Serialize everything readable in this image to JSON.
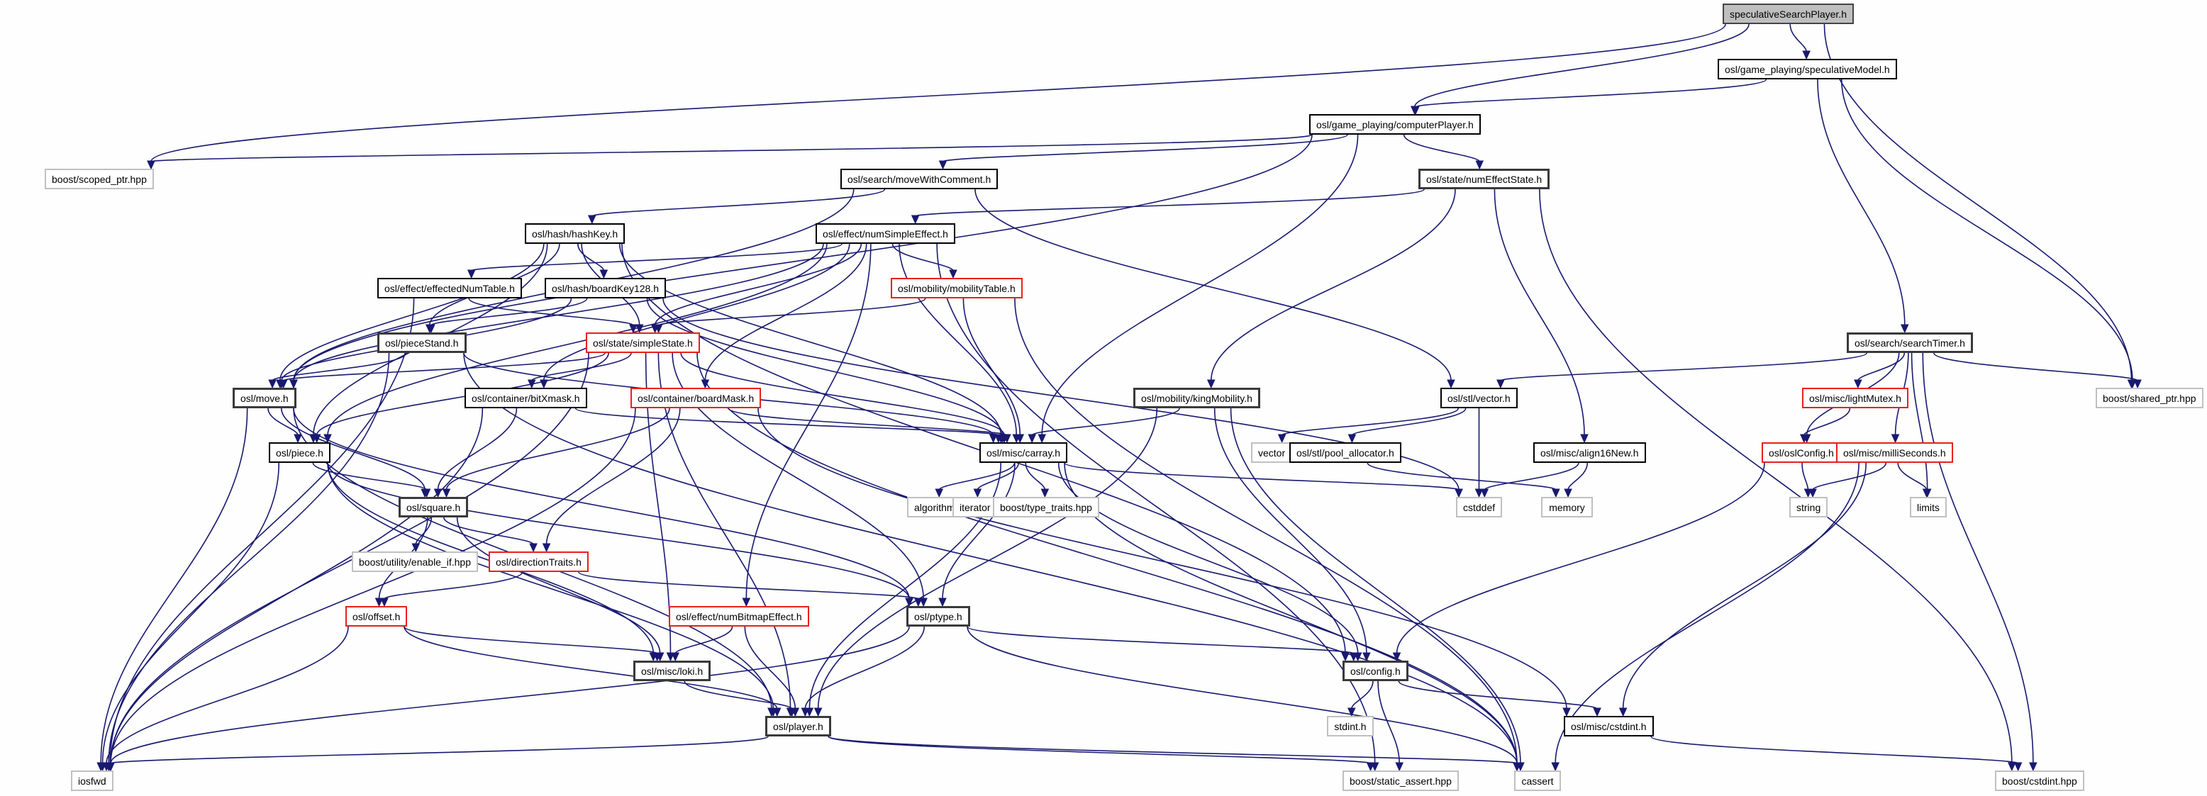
{
  "title": "speculativeSearchPlayer.h include dependency graph",
  "edge_color": "#191970",
  "nodes": [
    {
      "id": "root",
      "label": "speculativeSearchPlayer.h",
      "style": "root"
    },
    {
      "id": "specModel",
      "label": "osl/game_playing/speculativeModel.h",
      "style": "normal"
    },
    {
      "id": "computerPlayer",
      "label": "osl/game_playing/computerPlayer.h",
      "style": "normal"
    },
    {
      "id": "scopedPtr",
      "label": "boost/scoped_ptr.hpp",
      "style": "ext"
    },
    {
      "id": "moveWithComment",
      "label": "osl/search/moveWithComment.h",
      "style": "normal"
    },
    {
      "id": "numEffectState",
      "label": "osl/state/numEffectState.h",
      "style": "bold"
    },
    {
      "id": "hashKey",
      "label": "osl/hash/hashKey.h",
      "style": "normal"
    },
    {
      "id": "numSimpleEffect",
      "label": "osl/effect/numSimpleEffect.h",
      "style": "normal"
    },
    {
      "id": "effectedNumTable",
      "label": "osl/effect/effectedNumTable.h",
      "style": "normal"
    },
    {
      "id": "boardKey128",
      "label": "osl/hash/boardKey128.h",
      "style": "normal"
    },
    {
      "id": "mobilityTable",
      "label": "osl/mobility/mobilityTable.h",
      "style": "red"
    },
    {
      "id": "pieceStand",
      "label": "osl/pieceStand.h",
      "style": "bold"
    },
    {
      "id": "simpleState",
      "label": "osl/state/simpleState.h",
      "style": "red"
    },
    {
      "id": "searchTimer",
      "label": "osl/search/searchTimer.h",
      "style": "bold"
    },
    {
      "id": "move",
      "label": "osl/move.h",
      "style": "bold"
    },
    {
      "id": "bitXmask",
      "label": "osl/container/bitXmask.h",
      "style": "normal"
    },
    {
      "id": "boardMask",
      "label": "osl/container/boardMask.h",
      "style": "red"
    },
    {
      "id": "kingMobility",
      "label": "osl/mobility/kingMobility.h",
      "style": "bold"
    },
    {
      "id": "stlVector",
      "label": "osl/stl/vector.h",
      "style": "normal"
    },
    {
      "id": "sharedPtr",
      "label": "boost/shared_ptr.hpp",
      "style": "ext"
    },
    {
      "id": "lightMutex",
      "label": "osl/misc/lightMutex.h",
      "style": "red"
    },
    {
      "id": "carray",
      "label": "osl/misc/carray.h",
      "style": "normal"
    },
    {
      "id": "piece",
      "label": "osl/piece.h",
      "style": "normal"
    },
    {
      "id": "vector",
      "label": "vector",
      "style": "ext"
    },
    {
      "id": "poolAllocator",
      "label": "osl/stl/pool_allocator.h",
      "style": "normal"
    },
    {
      "id": "align16New",
      "label": "osl/misc/align16New.h",
      "style": "normal"
    },
    {
      "id": "oslConfig",
      "label": "osl/oslConfig.h",
      "style": "red"
    },
    {
      "id": "milliSeconds",
      "label": "osl/misc/milliSeconds.h",
      "style": "red"
    },
    {
      "id": "square",
      "label": "osl/square.h",
      "style": "bold"
    },
    {
      "id": "algorithm",
      "label": "algorithm",
      "style": "ext"
    },
    {
      "id": "iterator",
      "label": "iterator",
      "style": "ext"
    },
    {
      "id": "typeTraits",
      "label": "boost/type_traits.hpp",
      "style": "ext"
    },
    {
      "id": "cstddef",
      "label": "cstddef",
      "style": "ext"
    },
    {
      "id": "memory",
      "label": "memory",
      "style": "ext"
    },
    {
      "id": "string",
      "label": "string",
      "style": "ext"
    },
    {
      "id": "limits",
      "label": "limits",
      "style": "ext"
    },
    {
      "id": "enableIf",
      "label": "boost/utility/enable_if.hpp",
      "style": "ext"
    },
    {
      "id": "directionTraits",
      "label": "osl/directionTraits.h",
      "style": "red"
    },
    {
      "id": "offset",
      "label": "osl/offset.h",
      "style": "red"
    },
    {
      "id": "numBitmapEffect",
      "label": "osl/effect/numBitmapEffect.h",
      "style": "red"
    },
    {
      "id": "ptype",
      "label": "osl/ptype.h",
      "style": "bold"
    },
    {
      "id": "loki",
      "label": "osl/misc/loki.h",
      "style": "bold"
    },
    {
      "id": "config",
      "label": "osl/config.h",
      "style": "bold"
    },
    {
      "id": "stdint",
      "label": "stdint.h",
      "style": "ext"
    },
    {
      "id": "miscCstdint",
      "label": "osl/misc/cstdint.h",
      "style": "normal"
    },
    {
      "id": "player",
      "label": "osl/player.h",
      "style": "bold"
    },
    {
      "id": "iosfwd",
      "label": "iosfwd",
      "style": "ext"
    },
    {
      "id": "staticAssert",
      "label": "boost/static_assert.hpp",
      "style": "ext"
    },
    {
      "id": "cassert",
      "label": "cassert",
      "style": "ext"
    },
    {
      "id": "boostCstdint",
      "label": "boost/cstdint.hpp",
      "style": "ext"
    }
  ],
  "edges": [
    [
      "root",
      "specModel"
    ],
    [
      "root",
      "computerPlayer"
    ],
    [
      "root",
      "scopedPtr"
    ],
    [
      "root",
      "sharedPtr"
    ],
    [
      "specModel",
      "computerPlayer"
    ],
    [
      "specModel",
      "searchTimer"
    ],
    [
      "specModel",
      "sharedPtr"
    ],
    [
      "computerPlayer",
      "scopedPtr"
    ],
    [
      "computerPlayer",
      "moveWithComment"
    ],
    [
      "computerPlayer",
      "numEffectState"
    ],
    [
      "computerPlayer",
      "move"
    ],
    [
      "computerPlayer",
      "carray"
    ],
    [
      "moveWithComment",
      "move"
    ],
    [
      "moveWithComment",
      "hashKey"
    ],
    [
      "moveWithComment",
      "stlVector"
    ],
    [
      "numEffectState",
      "numSimpleEffect"
    ],
    [
      "numEffectState",
      "kingMobility"
    ],
    [
      "numEffectState",
      "align16New"
    ],
    [
      "numEffectState",
      "boostCstdint"
    ],
    [
      "hashKey",
      "boardKey128"
    ],
    [
      "hashKey",
      "simpleState"
    ],
    [
      "hashKey",
      "pieceStand"
    ],
    [
      "hashKey",
      "move"
    ],
    [
      "hashKey",
      "piece"
    ],
    [
      "hashKey",
      "carray"
    ],
    [
      "hashKey",
      "config"
    ],
    [
      "numSimpleEffect",
      "effectedNumTable"
    ],
    [
      "numSimpleEffect",
      "mobilityTable"
    ],
    [
      "numSimpleEffect",
      "simpleState"
    ],
    [
      "numSimpleEffect",
      "boardMask"
    ],
    [
      "numSimpleEffect",
      "bitXmask"
    ],
    [
      "numSimpleEffect",
      "numBitmapEffect"
    ],
    [
      "numSimpleEffect",
      "carray"
    ],
    [
      "numSimpleEffect",
      "piece"
    ],
    [
      "numSimpleEffect",
      "move"
    ],
    [
      "numSimpleEffect",
      "staticAssert"
    ],
    [
      "effectedNumTable",
      "simpleState"
    ],
    [
      "effectedNumTable",
      "iosfwd"
    ],
    [
      "boardKey128",
      "pieceStand"
    ],
    [
      "boardKey128",
      "move"
    ],
    [
      "boardKey128",
      "carray"
    ],
    [
      "boardKey128",
      "cstddef"
    ],
    [
      "mobilityTable",
      "simpleState"
    ],
    [
      "mobilityTable",
      "carray"
    ],
    [
      "mobilityTable",
      "cassert"
    ],
    [
      "pieceStand",
      "move"
    ],
    [
      "pieceStand",
      "carray"
    ],
    [
      "pieceStand",
      "iosfwd"
    ],
    [
      "pieceStand",
      "cassert"
    ],
    [
      "simpleState",
      "move"
    ],
    [
      "simpleState",
      "piece"
    ],
    [
      "simpleState",
      "bitXmask"
    ],
    [
      "simpleState",
      "carray"
    ],
    [
      "simpleState",
      "ptype"
    ],
    [
      "simpleState",
      "loki"
    ],
    [
      "simpleState",
      "player"
    ],
    [
      "simpleState",
      "iosfwd"
    ],
    [
      "simpleState",
      "cassert"
    ],
    [
      "searchTimer",
      "stlVector"
    ],
    [
      "searchTimer",
      "lightMutex"
    ],
    [
      "searchTimer",
      "oslConfig"
    ],
    [
      "searchTimer",
      "milliSeconds"
    ],
    [
      "searchTimer",
      "limits"
    ],
    [
      "searchTimer",
      "sharedPtr"
    ],
    [
      "searchTimer",
      "boostCstdint"
    ],
    [
      "move",
      "piece"
    ],
    [
      "move",
      "square"
    ],
    [
      "move",
      "ptype"
    ],
    [
      "move",
      "player"
    ],
    [
      "move",
      "iosfwd"
    ],
    [
      "bitXmask",
      "square"
    ],
    [
      "bitXmask",
      "carray"
    ],
    [
      "bitXmask",
      "iosfwd"
    ],
    [
      "boardMask",
      "square"
    ],
    [
      "boardMask",
      "directionTraits"
    ],
    [
      "boardMask",
      "carray"
    ],
    [
      "boardMask",
      "miscCstdint"
    ],
    [
      "boardMask",
      "iosfwd"
    ],
    [
      "kingMobility",
      "carray"
    ],
    [
      "kingMobility",
      "player"
    ],
    [
      "kingMobility",
      "config"
    ],
    [
      "kingMobility",
      "cassert"
    ],
    [
      "stlVector",
      "vector"
    ],
    [
      "stlVector",
      "poolAllocator"
    ],
    [
      "stlVector",
      "cstddef"
    ],
    [
      "lightMutex",
      "oslConfig"
    ],
    [
      "carray",
      "algorithm"
    ],
    [
      "carray",
      "iterator"
    ],
    [
      "carray",
      "typeTraits"
    ],
    [
      "carray",
      "cstddef"
    ],
    [
      "carray",
      "ptype"
    ],
    [
      "carray",
      "player"
    ],
    [
      "carray",
      "config"
    ],
    [
      "carray",
      "cassert"
    ],
    [
      "piece",
      "square"
    ],
    [
      "piece",
      "ptype"
    ],
    [
      "piece",
      "player"
    ],
    [
      "piece",
      "loki"
    ],
    [
      "piece",
      "iosfwd"
    ],
    [
      "poolAllocator",
      "memory"
    ],
    [
      "align16New",
      "cstddef"
    ],
    [
      "align16New",
      "memory"
    ],
    [
      "oslConfig",
      "string"
    ],
    [
      "oslConfig",
      "config"
    ],
    [
      "milliSeconds",
      "string"
    ],
    [
      "milliSeconds",
      "limits"
    ],
    [
      "milliSeconds",
      "miscCstdint"
    ],
    [
      "milliSeconds",
      "cassert"
    ],
    [
      "square",
      "enableIf"
    ],
    [
      "square",
      "directionTraits"
    ],
    [
      "square",
      "offset"
    ],
    [
      "square",
      "loki"
    ],
    [
      "directionTraits",
      "offset"
    ],
    [
      "directionTraits",
      "ptype"
    ],
    [
      "offset",
      "loki"
    ],
    [
      "offset",
      "player"
    ],
    [
      "offset",
      "iosfwd"
    ],
    [
      "numBitmapEffect",
      "loki"
    ],
    [
      "numBitmapEffect",
      "player"
    ],
    [
      "ptype",
      "player"
    ],
    [
      "ptype",
      "config"
    ],
    [
      "ptype",
      "iosfwd"
    ],
    [
      "ptype",
      "cassert"
    ],
    [
      "loki",
      "player"
    ],
    [
      "config",
      "stdint"
    ],
    [
      "config",
      "miscCstdint"
    ],
    [
      "config",
      "staticAssert"
    ],
    [
      "miscCstdint",
      "boostCstdint"
    ],
    [
      "player",
      "iosfwd"
    ],
    [
      "player",
      "staticAssert"
    ],
    [
      "player",
      "cassert"
    ]
  ]
}
